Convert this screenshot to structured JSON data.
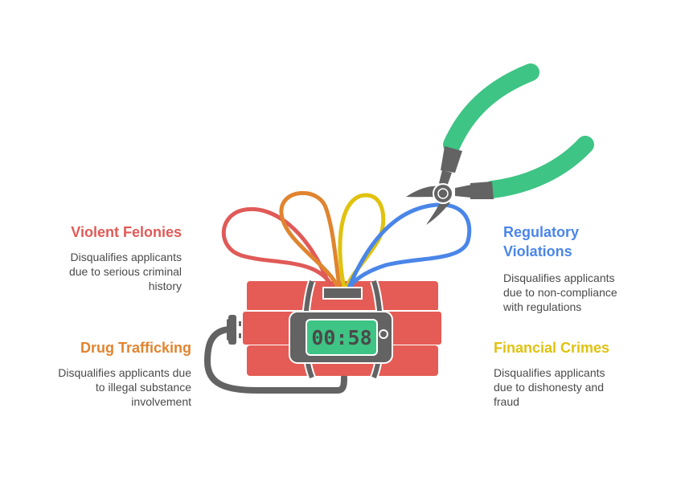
{
  "colors": {
    "violent": "#e05a57",
    "drug": "#e0842f",
    "regulatory": "#4a86e8",
    "financial": "#e0c20f",
    "dynamite": "#e45c55",
    "device": "#636363",
    "screen": "#3ec484",
    "pliers_handle": "#3ec484",
    "body_text": "#4a4a4a"
  },
  "timer": {
    "display": "00:58"
  },
  "items": [
    {
      "id": "violent",
      "title": "Violent Felonies",
      "description": "Disqualifies applicants due to serious criminal history"
    },
    {
      "id": "drug",
      "title": "Drug Trafficking",
      "description": "Disqualifies applicants due to illegal substance involvement"
    },
    {
      "id": "regulatory",
      "title": "Regulatory Violations",
      "description": "Disqualifies applicants due to non-compliance with regulations"
    },
    {
      "id": "financial",
      "title": "Financial Crimes",
      "description": "Disqualifies applicants due to dishonesty and fraud"
    }
  ]
}
